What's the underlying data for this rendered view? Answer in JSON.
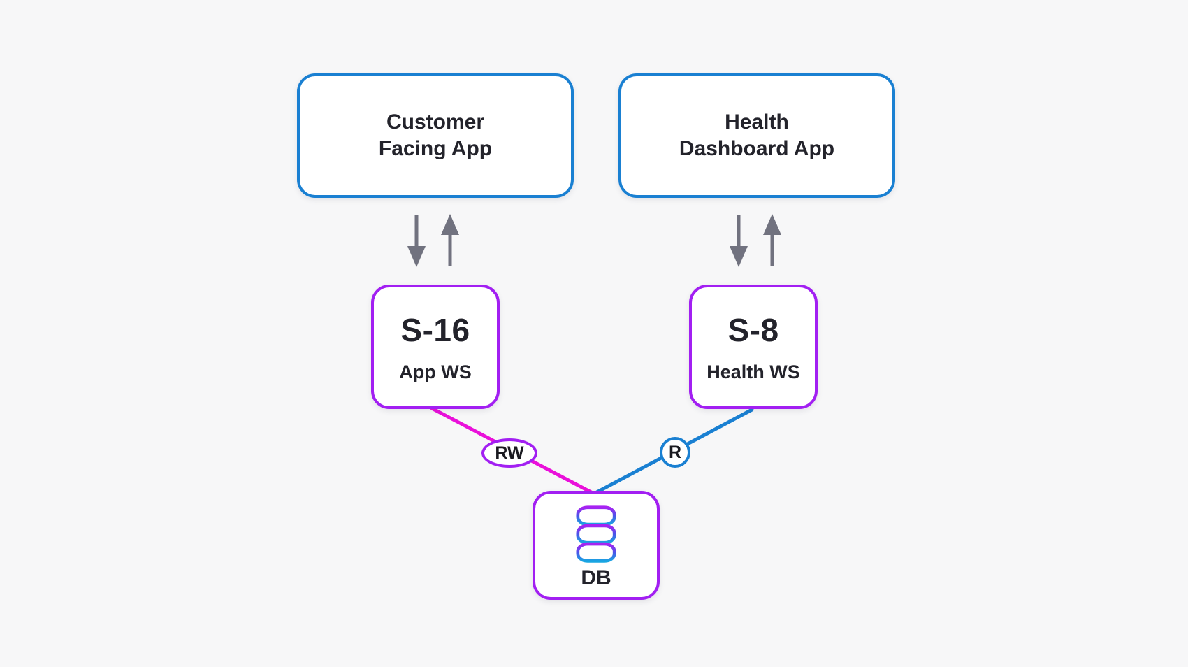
{
  "background_color": "#f7f7f8",
  "palette": {
    "box_blue_border": "#1a80d2",
    "box_purple_border": "#a21ff2",
    "edge_magenta": "#ea10da",
    "edge_blue": "#1a80d2",
    "arrow_gray": "#71727f",
    "text_dark": "#23232b",
    "db_icon_gradient_top": "#a822f2",
    "db_icon_gradient_mid": "#4a55e8",
    "db_icon_gradient_bottom": "#18a6e2"
  },
  "nodes": {
    "customer_app": {
      "line1": "Customer",
      "line2": "Facing App"
    },
    "health_app": {
      "line1": "Health",
      "line2": "Dashboard App"
    },
    "app_ws": {
      "title": "S-16",
      "subtitle": "App WS"
    },
    "health_ws": {
      "title": "S-8",
      "subtitle": "Health WS"
    },
    "db": {
      "label": "DB",
      "icon": "database-cylinder-icon"
    }
  },
  "edges": {
    "app_ws_db": {
      "label": "RW",
      "style": "magenta-line-with-ellipse-badge"
    },
    "health_ws_db": {
      "label": "R",
      "style": "blue-line-with-circle-badge"
    },
    "customer_to_app_ws": {
      "style": "gray-down-up-arrow-pair"
    },
    "health_to_health_ws": {
      "style": "gray-down-up-arrow-pair"
    }
  }
}
